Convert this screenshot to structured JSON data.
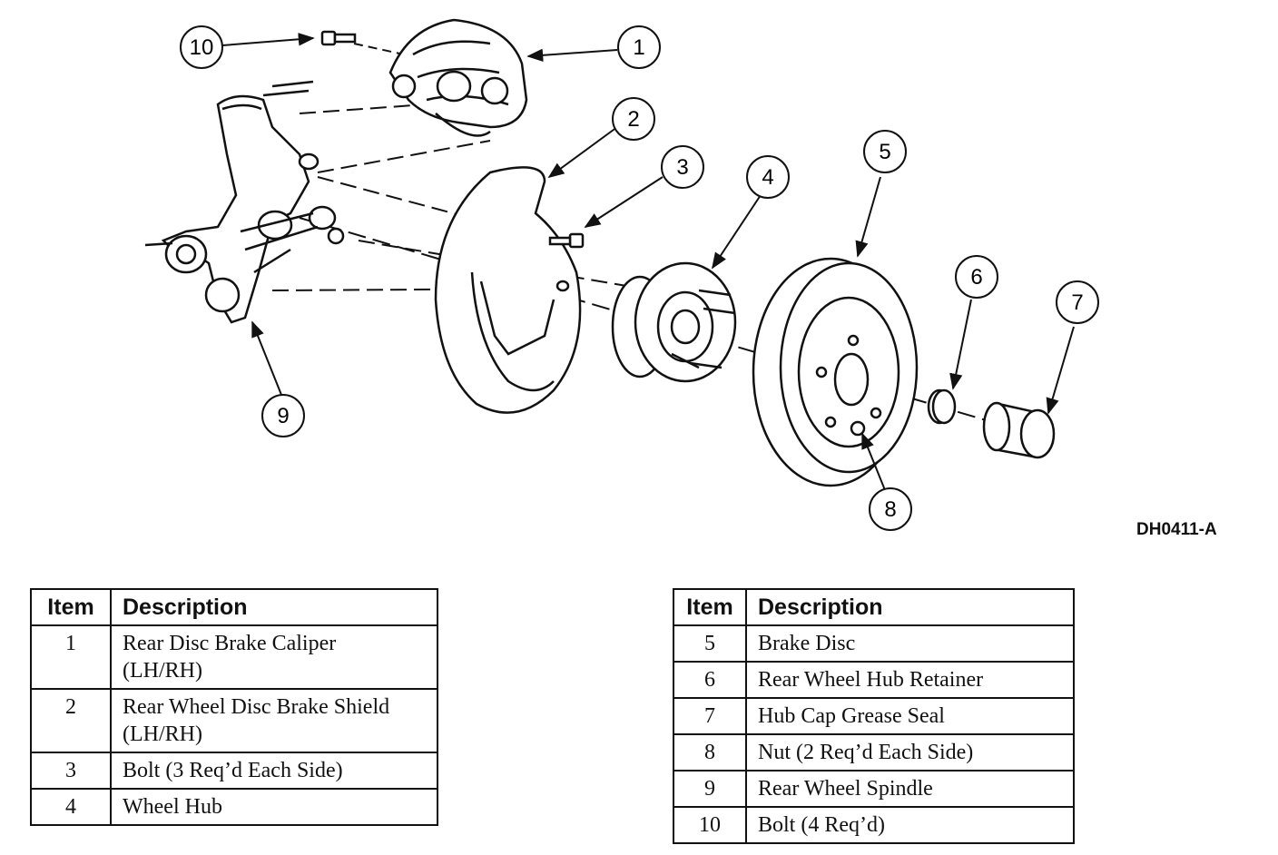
{
  "figure_code": "DH0411-A",
  "callouts": [
    "1",
    "2",
    "3",
    "4",
    "5",
    "6",
    "7",
    "8",
    "9",
    "10"
  ],
  "table_headers": {
    "item": "Item",
    "description": "Description"
  },
  "parts_left": [
    {
      "item": "1",
      "lines": [
        "Rear Disc Brake Caliper",
        "(LH/RH)"
      ]
    },
    {
      "item": "2",
      "lines": [
        "Rear Wheel Disc Brake Shield",
        "(LH/RH)"
      ]
    },
    {
      "item": "3",
      "lines": [
        "Bolt (3 Req’d Each Side)"
      ]
    },
    {
      "item": "4",
      "lines": [
        "Wheel Hub"
      ]
    }
  ],
  "parts_right": [
    {
      "item": "5",
      "lines": [
        "Brake Disc"
      ]
    },
    {
      "item": "6",
      "lines": [
        "Rear Wheel Hub Retainer"
      ]
    },
    {
      "item": "7",
      "lines": [
        "Hub Cap Grease Seal"
      ]
    },
    {
      "item": "8",
      "lines": [
        "Nut (2 Req’d Each Side)"
      ]
    },
    {
      "item": "9",
      "lines": [
        "Rear Wheel Spindle"
      ]
    },
    {
      "item": "10",
      "lines": [
        "Bolt (4 Req’d)"
      ]
    }
  ]
}
